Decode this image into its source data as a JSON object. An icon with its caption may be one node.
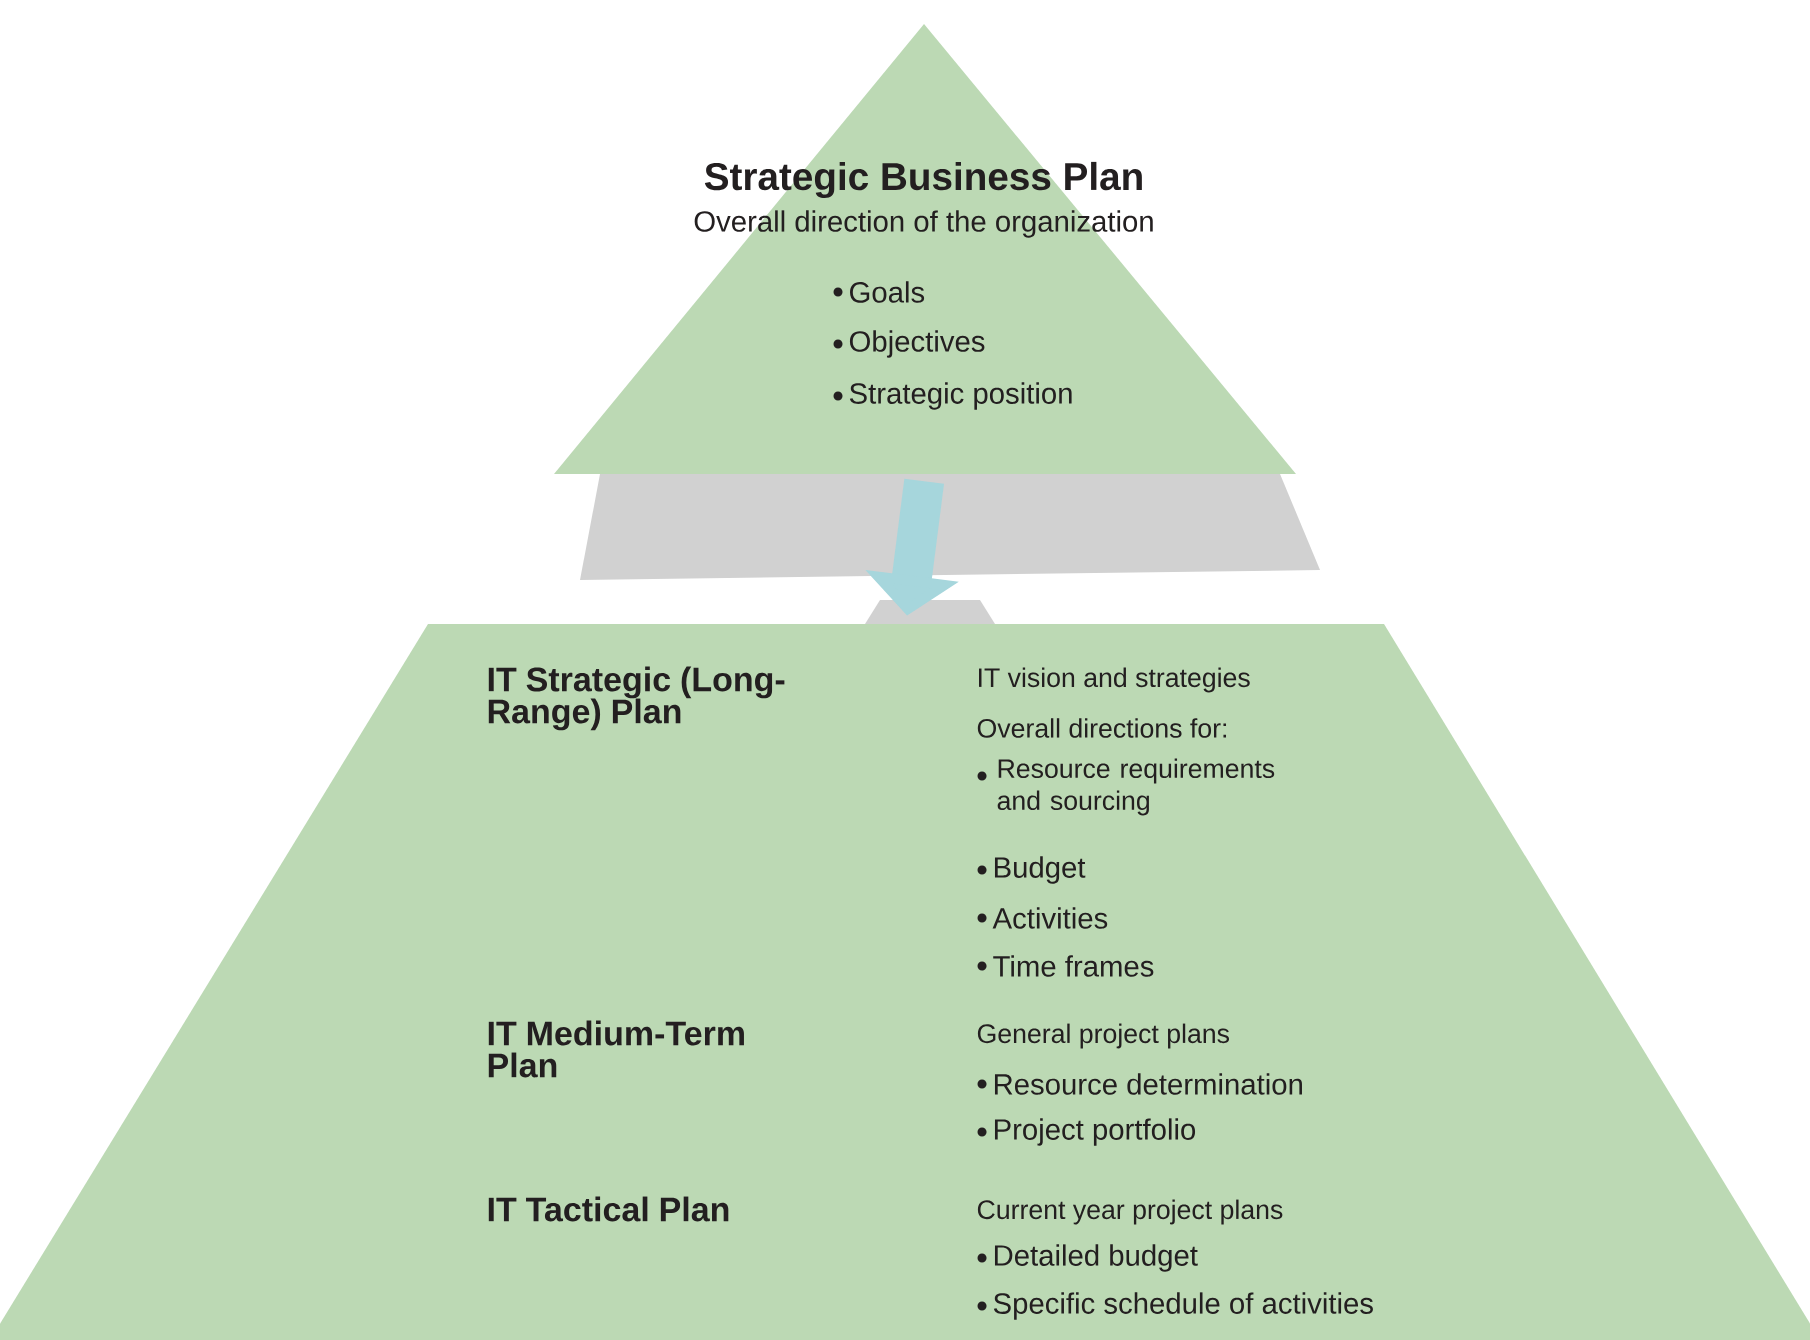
{
  "diagram": {
    "nodes": [
      {
        "text": [
          "Strategic Business Plan",
          "Overall direction of the organization",
          "Goals",
          "Objectives",
          "Strategic position"
        ]
      },
      {
        "text": [
          "IT Strategic (Long-Range) Plan",
          "IT vision and strategies",
          "Overall directions for:",
          "Resource requirements and sourcing",
          "Budget",
          "Activities",
          "Time frames",
          "IT Medium-Term Plan",
          "General project plans",
          "Resource determination",
          "Project portfolio",
          "IT Tactical Plan",
          "Current year project plans",
          "Detailed budget",
          "Specific schedule of activities"
        ]
      }
    ],
    "edges": [
      {
        "from": 0,
        "to": 1,
        "arrow": "to"
      }
    ]
  }
}
